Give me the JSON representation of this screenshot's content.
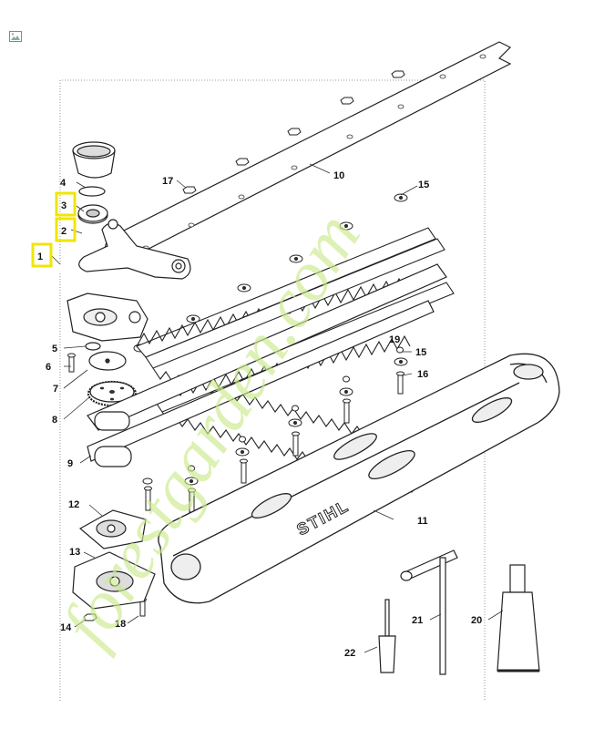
{
  "diagram": {
    "brand_text": "STIHL",
    "watermark_text": "forestgarden.com",
    "highlight_color": "#f0e600",
    "watermark_colors": [
      "#c9e98a",
      "#f5c58a",
      "#d9cfc4"
    ],
    "parts": [
      {
        "num": "1",
        "highlighted": true
      },
      {
        "num": "2",
        "highlighted": true
      },
      {
        "num": "3",
        "highlighted": true
      },
      {
        "num": "4",
        "highlighted": false
      },
      {
        "num": "5",
        "highlighted": false
      },
      {
        "num": "6",
        "highlighted": false
      },
      {
        "num": "7",
        "highlighted": false
      },
      {
        "num": "8",
        "highlighted": false
      },
      {
        "num": "9",
        "highlighted": false
      },
      {
        "num": "10",
        "highlighted": false
      },
      {
        "num": "11",
        "highlighted": false
      },
      {
        "num": "12",
        "highlighted": false
      },
      {
        "num": "13",
        "highlighted": false
      },
      {
        "num": "14",
        "highlighted": false
      },
      {
        "num": "15",
        "highlighted": false
      },
      {
        "num": "15",
        "highlighted": false
      },
      {
        "num": "16",
        "highlighted": false
      },
      {
        "num": "17",
        "highlighted": false
      },
      {
        "num": "18",
        "highlighted": false
      },
      {
        "num": "19",
        "highlighted": false
      },
      {
        "num": "20",
        "highlighted": false
      },
      {
        "num": "21",
        "highlighted": false
      },
      {
        "num": "22",
        "highlighted": false
      }
    ]
  }
}
